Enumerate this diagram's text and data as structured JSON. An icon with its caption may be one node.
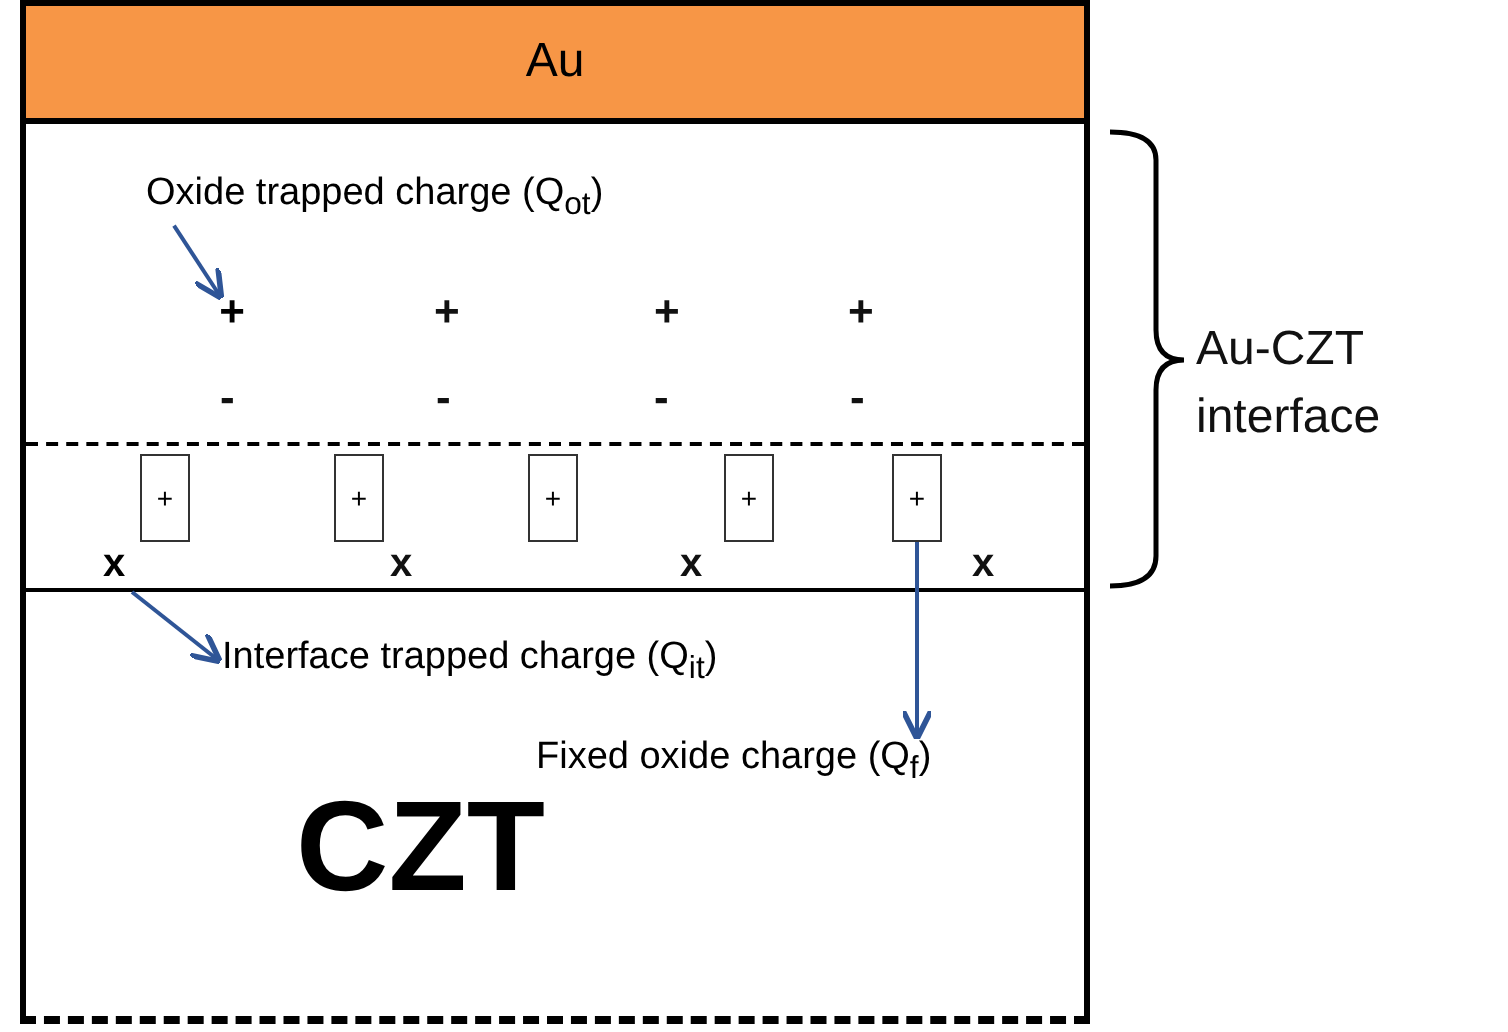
{
  "diagram": {
    "nodes": [
      {
        "text": [
          "Au"
        ]
      },
      {
        "text": [
          "Oxide trapped charge (Q$_{ot}$)"
        ]
      },
      {
        "text": [
          "+"
        ]
      },
      {
        "text": [
          "+"
        ]
      },
      {
        "text": [
          "+"
        ]
      },
      {
        "text": [
          "+"
        ]
      },
      {
        "text": [
          "+"
        ]
      },
      {
        "text": [
          "+"
        ]
      },
      {
        "text": [
          "x"
        ]
      },
      {
        "text": [
          "CZT"
        ]
      },
      {
        "text": [
          "Interface trapped charge (Q$_{it}$)"
        ],
        "in": 9
      },
      {
        "text": [
          "Fixed oxide charge (Q$_{f}$)"
        ],
        "in": 9
      }
    ],
    "edges": [
      {
        "from": 1,
        "to": 2,
        "arrow": "to"
      },
      {
        "from": 8,
        "to": 10,
        "arrow": "to"
      },
      {
        "from": 7,
        "to": 11,
        "arrow": "to"
      }
    ],
    "labels": [
      "+",
      "+",
      "+",
      "-",
      "-",
      "-",
      "-",
      "Au-CZT interface",
      "x",
      "x",
      "x"
    ]
  }
}
